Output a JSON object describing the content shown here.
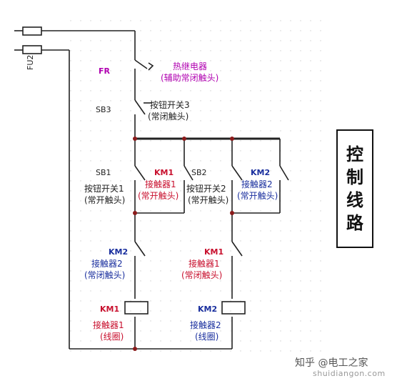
{
  "title_chars": [
    "控",
    "制",
    "线",
    "路"
  ],
  "fuse_label": "FU2",
  "fr": {
    "tag": "FR",
    "name": "热继电器",
    "desc": "(辅助常闭触头)"
  },
  "sb3": {
    "tag": "SB3",
    "name": "按钮开关3",
    "desc": "(常闭触头)"
  },
  "sb1": {
    "tag": "SB1",
    "name": "按钮开关1",
    "desc": "(常开触头)"
  },
  "km1_hold": {
    "tag": "KM1",
    "name": "接触器1",
    "desc": "(常开触头)"
  },
  "sb2": {
    "tag": "SB2",
    "name": "按钮开关2",
    "desc": "(常开触头)"
  },
  "km2_hold": {
    "tag": "KM2",
    "name": "接触器2",
    "desc": "(常开触头)"
  },
  "km2_interlock": {
    "tag": "KM2",
    "name": "接触器2",
    "desc": "(常闭触头)"
  },
  "km1_interlock": {
    "tag": "KM1",
    "name": "接触器1",
    "desc": "(常闭触头)"
  },
  "km1_coil": {
    "tag": "KM1",
    "name": "接触器1",
    "desc": "(线圈)"
  },
  "km2_coil": {
    "tag": "KM2",
    "name": "接触器2",
    "desc": "(线圈)"
  },
  "watermark": {
    "main": "知乎 @电工之家",
    "sub": "shuidiangon.com"
  },
  "colors": {
    "line": "#222222",
    "purple": "#b000b0",
    "red": "#c8102e",
    "blue": "#1a2f9e",
    "node": "#8b1a1a"
  }
}
